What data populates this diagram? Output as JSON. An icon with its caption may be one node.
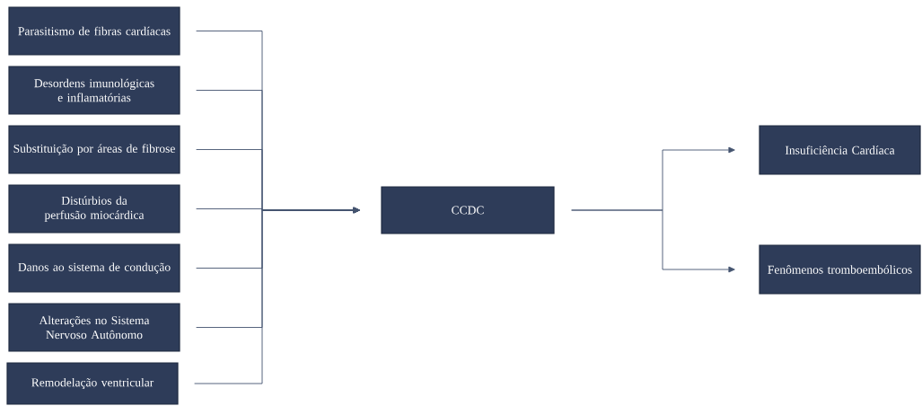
{
  "diagram": {
    "nodes": [
      {
        "text": [
          "Parasitismo de fibras cardíacas"
        ]
      },
      {
        "text": [
          "Desordens imunológicas e inflamatórias"
        ]
      },
      {
        "text": [
          "Substituição por áreas de fibrose"
        ]
      },
      {
        "text": [
          "Distúrbios da perfusão miocárdica"
        ]
      },
      {
        "text": [
          "Danos ao sistema de condução"
        ]
      },
      {
        "text": [
          "Alterações no Sistema Nervoso Autônomo"
        ]
      },
      {
        "text": [
          "Remodelação ventricular"
        ]
      },
      {
        "text": [
          "CCDC"
        ]
      },
      {
        "text": [
          "Insuficiência Cardíaca"
        ]
      },
      {
        "text": [
          "Fenômenos tromboembólicos"
        ]
      }
    ],
    "edges": [
      {
        "from": 0,
        "to": 7,
        "arrow": "to"
      },
      {
        "from": 1,
        "to": 7,
        "arrow": "to"
      },
      {
        "from": 2,
        "to": 7,
        "arrow": "to"
      },
      {
        "from": 3,
        "to": 7,
        "arrow": "to"
      },
      {
        "from": 4,
        "to": 7,
        "arrow": "to"
      },
      {
        "from": 5,
        "to": 7,
        "arrow": "to"
      },
      {
        "from": 6,
        "to": 7,
        "arrow": "to"
      },
      {
        "from": 7,
        "to": 8,
        "arrow": "to"
      },
      {
        "from": 7,
        "to": 9,
        "arrow": "to"
      }
    ]
  }
}
